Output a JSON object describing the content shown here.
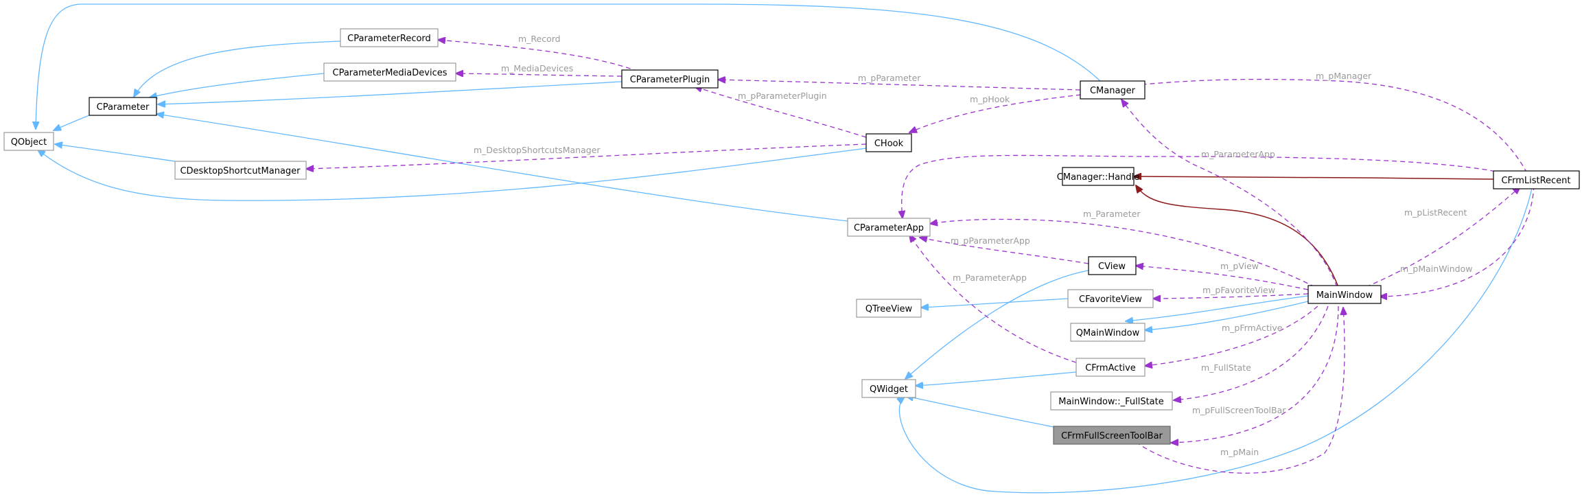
{
  "nodes": {
    "qobject": "QObject",
    "cparameter": "CParameter",
    "cparameterrecord": "CParameterRecord",
    "cparametermediadevices": "CParameterMediaDevices",
    "cparameterplugin": "CParameterPlugin",
    "cmanager": "CManager",
    "chook": "CHook",
    "cdesktopshortcutmanager": "CDesktopShortcutManager",
    "cmanager_handle": "CManager::Handle",
    "cfrmlistrecent": "CFrmListRecent",
    "cparameterapp": "CParameterApp",
    "cview": "CView",
    "qtreeview": "QTreeView",
    "cfavoriteview": "CFavoriteView",
    "mainwindow": "MainWindow",
    "qmainwindow": "QMainWindow",
    "cfrmactive": "CFrmActive",
    "qwidget": "QWidget",
    "mainwindow_fullstate": "MainWindow::_FullState",
    "cfrmfullscreentoolbar": "CFrmFullScreenToolBar"
  },
  "edge_labels": {
    "m_record": "m_Record",
    "m_mediadevices": "m_MediaDevices",
    "m_pparameter": "m_pParameter",
    "m_pmanager": "m_pManager",
    "m_phook": "m_pHook",
    "m_pparameterplugin": "m_pParameterPlugin",
    "m_desktopshortcutsmanager": "m_DesktopShortcutsManager",
    "m_parameterapp_top": "m_ParameterApp",
    "m_parameter": "m_Parameter",
    "m_plistrecent": "m_pListRecent",
    "m_pparameterapp": "m_pParameterApp",
    "m_pmainwindow": "m_pMainWindow",
    "m_pview": "m_pView",
    "m_parameterapp_mid": "m_ParameterApp",
    "m_pfavoriteview": "m_pFavoriteView",
    "m_pfrmactive": "m_pFrmActive",
    "m_fullstate": "m_FullState",
    "m_pfullscreentoolbar": "m_pFullScreenToolBar",
    "m_pmain": "m_pMain"
  },
  "colors": {
    "inheritance": "#63b8ff",
    "usage": "#9a32cd",
    "template": "#8b1a1a",
    "label": "#9a9a9a",
    "active_node": "#999999"
  }
}
